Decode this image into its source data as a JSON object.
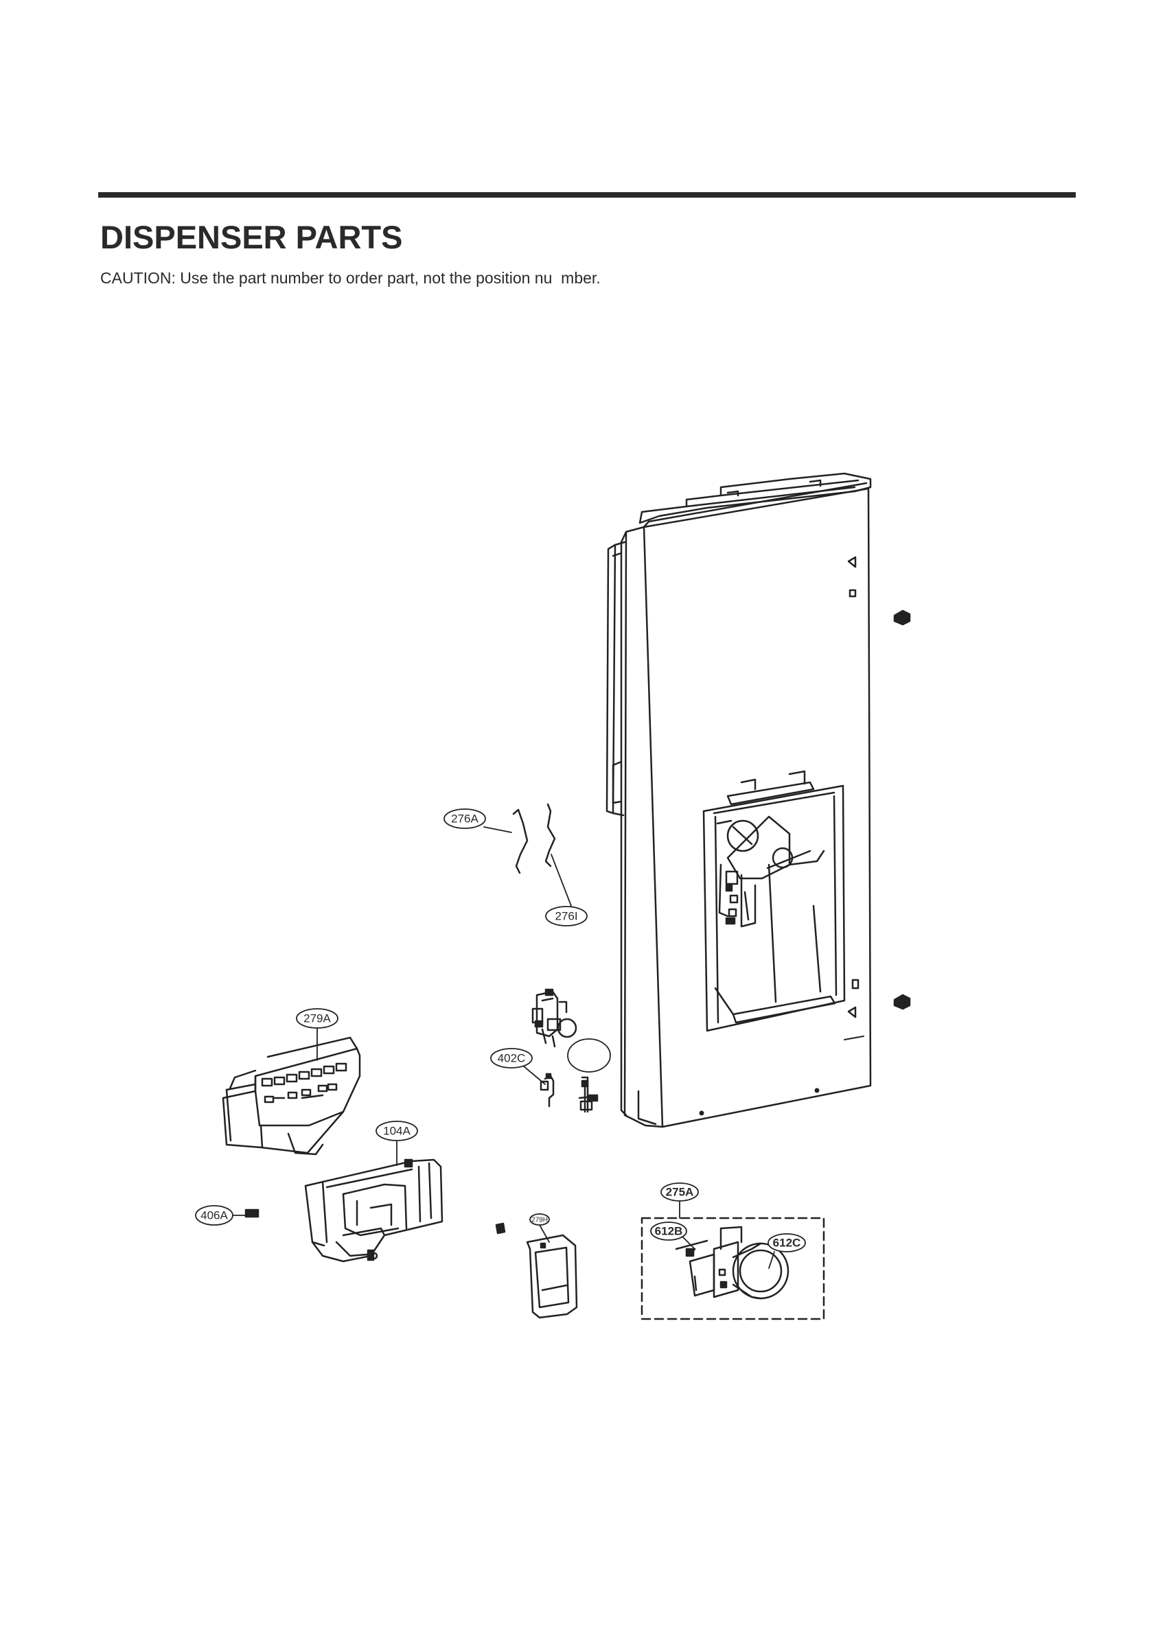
{
  "header": {
    "title": "DISPENSER PARTS",
    "caution": "CAUTION: Use the part number to order part, not the position nu  mber."
  },
  "callouts": {
    "c276A": "276A",
    "c276I": "276I",
    "c279A": "279A",
    "c402C": "402C",
    "c104A": "104A",
    "c406A": "406A",
    "c279H": "279H",
    "c275A": "275A",
    "c612B": "612B",
    "c612C": "612C"
  }
}
